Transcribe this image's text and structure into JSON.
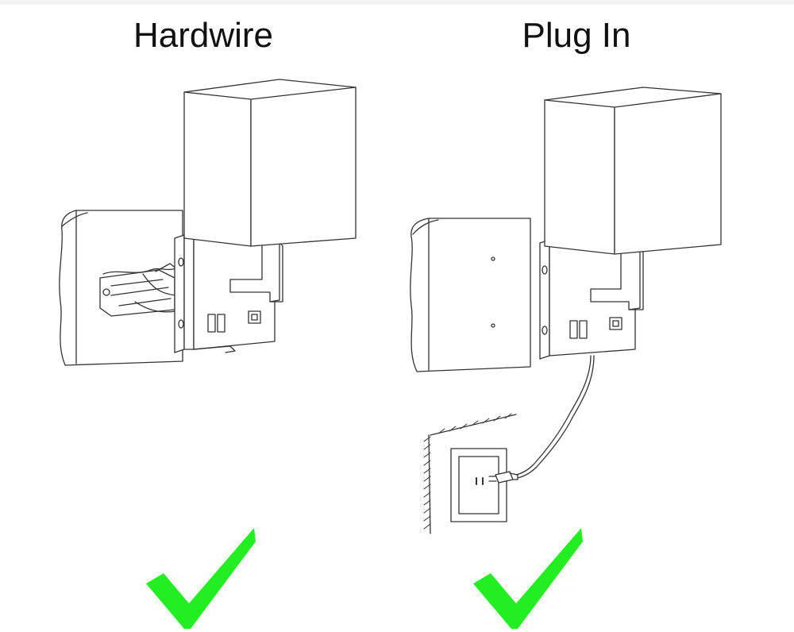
{
  "panels": [
    {
      "id": "hardwire",
      "title": "Hardwire",
      "supported": true
    },
    {
      "id": "plug-in",
      "title": "Plug In",
      "supported": true
    }
  ],
  "colors": {
    "line": "#333333",
    "check": "#22ee22",
    "background": "#ffffff"
  },
  "icons": {
    "check": "check-icon",
    "outlet": "wall-outlet-icon",
    "usb": "usb-port-icon",
    "switch": "rocker-switch-icon"
  }
}
